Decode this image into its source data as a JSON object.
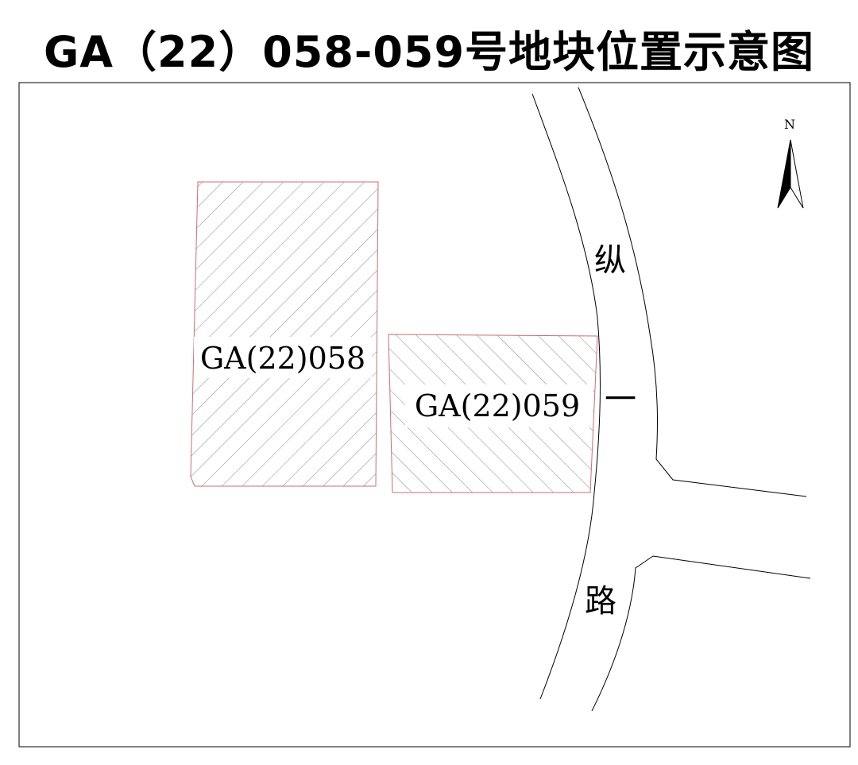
{
  "title": "GA（22）058-059号地块位置示意图",
  "parcels": [
    {
      "id": "GA(22)058"
    },
    {
      "id": "GA(22)059"
    }
  ],
  "road": {
    "name_chars": [
      "纵",
      "一",
      "路"
    ]
  },
  "north_arrow": {
    "label": "N",
    "icon": "north-arrow-icon"
  },
  "colors": {
    "parcel_outline": "#c9706f",
    "hatch": "#888888",
    "road_line": "#000000",
    "frame": "#000000"
  }
}
